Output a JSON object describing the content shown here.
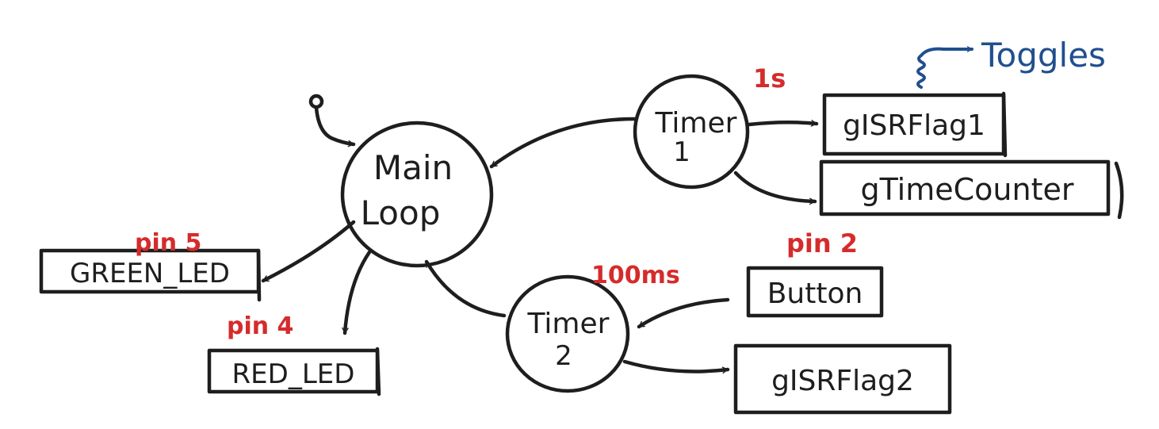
{
  "nodes": {
    "main_loop": {
      "line1": "Main",
      "line2": "Loop"
    },
    "timer1": {
      "line1": "Timer",
      "line2": "1"
    },
    "timer2": {
      "line1": "Timer",
      "line2": "2"
    }
  },
  "boxes": {
    "green_led": "GREEN_LED",
    "red_led": "RED_LED",
    "isr_flag1": "gISRFlag1",
    "time_counter": "gTimeCounter",
    "button": "Button",
    "isr_flag2": "gISRFlag2"
  },
  "annotations": {
    "pin5": "pin 5",
    "pin4": "pin 4",
    "pin2": "pin 2",
    "timer1_period": "1s",
    "timer2_period": "100ms",
    "toggles": "Toggles"
  },
  "colors": {
    "ink": "#1e1e1e",
    "annotation_red": "#d62b2b",
    "annotation_blue": "#1f4f8f"
  }
}
